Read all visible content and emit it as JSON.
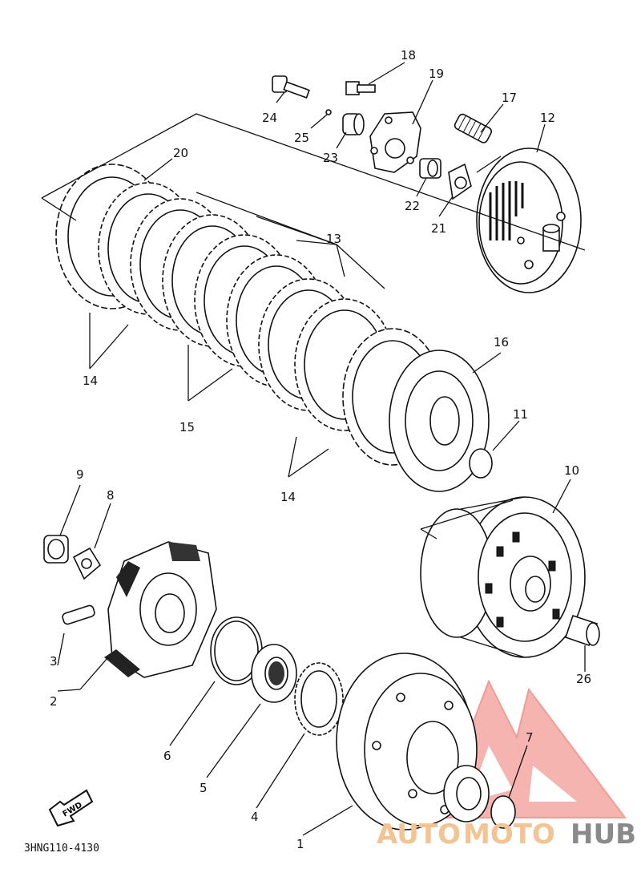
{
  "callouts": [
    "18",
    "19",
    "17",
    "12",
    "24",
    "25",
    "23",
    "22",
    "21",
    "20",
    "13",
    "14",
    "15",
    "16",
    "11",
    "14",
    "9",
    "8",
    "10",
    "3",
    "2",
    "26",
    "7",
    "6",
    "5",
    "4",
    "1"
  ],
  "fwd_label": "FWD",
  "drawing_code": "3HNG110-4130",
  "watermark": {
    "part1": "AUTO",
    "part2": "MOTO",
    "part3": "HUB",
    "colors": {
      "auto": "#f2c393",
      "moto": "#f2c393",
      "hub": "#8a8a8a",
      "logo": "#f08a84"
    }
  }
}
